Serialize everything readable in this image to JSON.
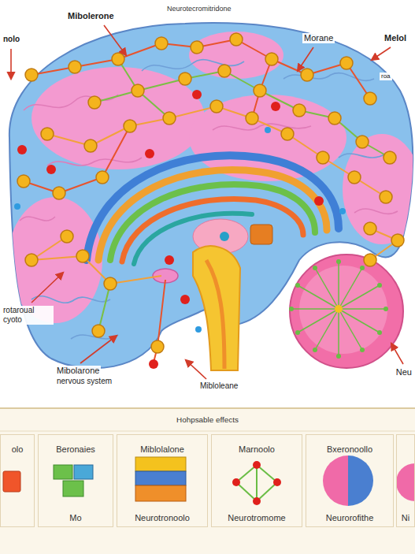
{
  "diagram": {
    "title": "Neurotecromitridone",
    "nodes": [
      {
        "text": [
          "Hohpsable effects"
        ]
      },
      {
        "text": [
          "olo"
        ],
        "in": 0
      },
      {
        "text": [
          "Beronaies",
          "Mo"
        ],
        "in": 0
      },
      {
        "text": [
          "Miblolalone",
          "Neurotronoolo"
        ],
        "in": 0
      },
      {
        "text": [
          "Marnoolo",
          "Neurotromome"
        ],
        "in": 0
      },
      {
        "text": [
          "Bxeronoollo",
          "Neurorofithe"
        ],
        "in": 0
      },
      {
        "text": [
          "Ni"
        ],
        "in": 0
      }
    ],
    "labels": [
      "nolo",
      "Mibolerone",
      "Morane",
      "Melol",
      "roa",
      "rotaroual cyoto",
      "Mibolarone",
      "nervous system",
      "Mibloleane",
      "Neu"
    ]
  }
}
